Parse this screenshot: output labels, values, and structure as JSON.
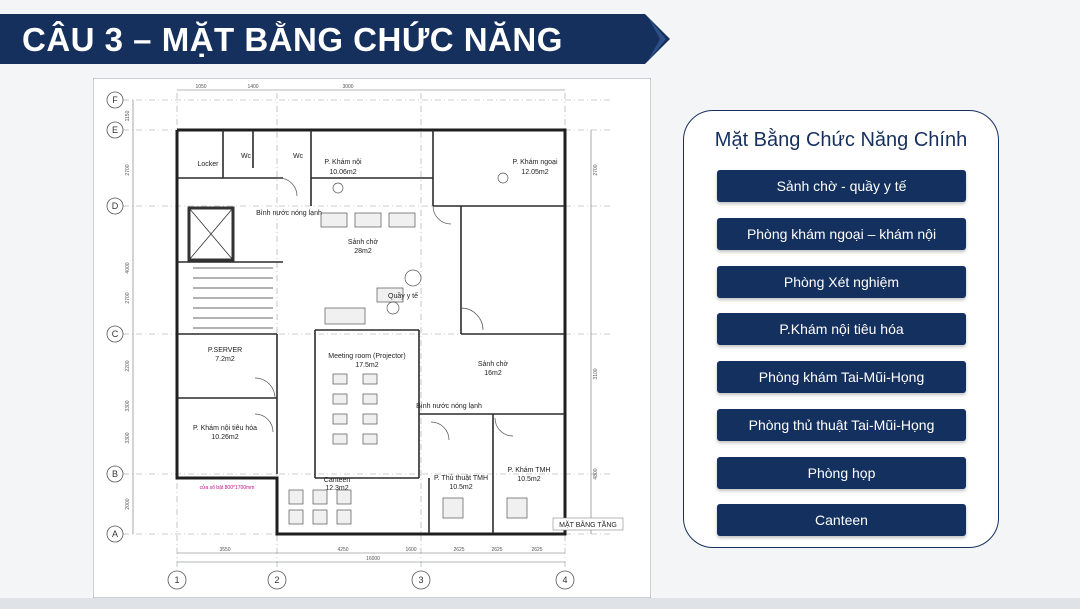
{
  "header": {
    "title": "CÂU 3 – MẶT BẰNG CHỨC NĂNG"
  },
  "floorplan": {
    "rooms": {
      "locker": "Locker",
      "wc1": "Wc",
      "wc2": "Wc",
      "kham_noi": "P. Khám nội",
      "kham_noi_area": "10.06m2",
      "kham_ngoai": "P. Khám ngoại",
      "kham_ngoai_area": "12.05m2",
      "binh_nuoc": "Bình nước nóng lạnh",
      "sanh_cho_1": "Sảnh chờ",
      "sanh_cho_1_area": "28m2",
      "quay_y_te": "Quầy y tế",
      "server": "P.SERVER",
      "server_area": "7.2m2",
      "meeting": "Meeting room (Projector)",
      "meeting_area": "17.5m2",
      "sanh_cho_2": "Sảnh chờ",
      "sanh_cho_2_area": "16m2",
      "binh_nuoc_2": "Bình nước nóng lạnh",
      "kham_noi_tieu_hoa": "P. Khám nội tiêu hóa",
      "kham_noi_tieu_hoa_area": "10.26m2",
      "canteen": "Canteen",
      "canteen_area": "12.3m2",
      "thu_thuat": "P. Thủ thuật TMH",
      "thu_thuat_area": "10.5m2",
      "kham_tmh": "P. Khám TMH",
      "kham_tmh_area": "10.5m2",
      "note": "cửa sổ bật 800*1700mm",
      "plan_label": "MẶT BẰNG TẦNG"
    },
    "grid_rows": [
      "F",
      "E",
      "D",
      "C",
      "B",
      "A"
    ],
    "grid_cols": [
      "1",
      "2",
      "3",
      "4"
    ],
    "dims": {
      "top_1": "1050",
      "top_2": "1400",
      "top_3": "3000",
      "bottom_1": "3550",
      "bottom_2": "4250",
      "bottom_3": "1600",
      "bottom_4": "2625",
      "bottom_5": "2625",
      "bottom_6": "2625",
      "total": "16000",
      "left_1": "1150",
      "left_2": "2700",
      "left_3": "4000",
      "left_4": "2700",
      "left_5": "2200",
      "left_6": "3300",
      "left_7": "3300",
      "left_8": "2000",
      "right_1": "2700",
      "right_2": "3100",
      "right_3": "4800"
    }
  },
  "panel": {
    "title": "Mặt Bằng Chức Năng Chính",
    "items": [
      "Sảnh chờ - quầy y tế",
      "Phòng khám ngoại – khám nội",
      "Phòng Xét nghiệm",
      "P.Khám nội tiêu hóa",
      "Phòng khám Tai-Mũi-Họng",
      "Phòng thủ thuật Tai-Mũi-Họng",
      "Phòng họp",
      "Canteen"
    ]
  },
  "colors": {
    "navy": "#14305e",
    "accent_note": "#c0128c"
  }
}
